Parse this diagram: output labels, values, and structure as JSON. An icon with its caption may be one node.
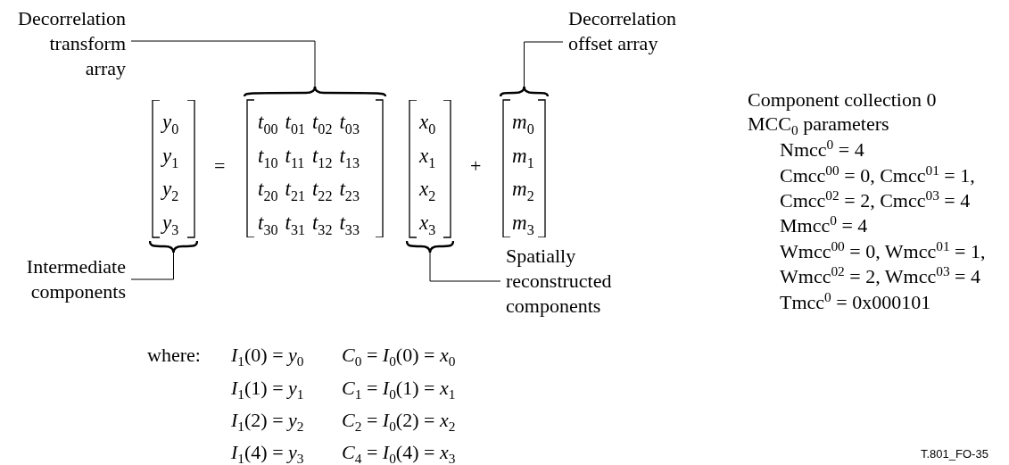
{
  "diagram": {
    "nodes": [
      {
        "text": [
          "Decorrelation transform array"
        ]
      },
      {
        "text": [
          "Decorrelation offset array"
        ]
      },
      {
        "text": [
          "Intermediate components"
        ]
      },
      {
        "text": [
          "Spatially reconstructed components"
        ]
      },
      {
        "text": [
          "*y*$_{0}$",
          "*y*$_{1}$",
          "*y*$_{2}$",
          "*y*$_{3}$"
        ]
      },
      {
        "text": [
          "*t*$_{00}$",
          "*t*$_{01}$",
          "*t*$_{02}$",
          "*t*$_{03}$",
          "*t*$_{10}$",
          "*t*$_{11}$",
          "*t*$_{12}$",
          "*t*$_{13}$",
          "*t*$_{20}$",
          "*t*$_{21}$",
          "*t*$_{22}$",
          "*t*$_{23}$",
          "*t*$_{30}$",
          "*t*$_{31}$",
          "*t*$_{32}$",
          "*t*$_{33}$"
        ]
      },
      {
        "text": [
          "*x*$_{0}$",
          "*x*$_{1}$",
          "*x*$_{2}$",
          "*x*$_{3}$"
        ]
      },
      {
        "text": [
          "*m*$_{0}$",
          "*m*$_{1}$",
          "*m*$_{2}$",
          "*m*$_{3}$"
        ]
      }
    ],
    "edges": [
      {
        "from": 0,
        "to": 5,
        "arrow": "none"
      },
      {
        "from": 1,
        "to": 7,
        "arrow": "none"
      },
      {
        "from": 2,
        "to": 4,
        "arrow": "none"
      },
      {
        "from": 3,
        "to": 6,
        "arrow": "none"
      }
    ],
    "labels": [
      "=",
      "+",
      "Component collection 0",
      "MCC$_{0}$ parameters",
      "Nmcc$^{0}$ = 4",
      "Cmcc$^{00}$ = 0, Cmcc$^{01}$ = 1,",
      "Cmcc$^{02}$ = 2, Cmcc$^{03}$ = 4",
      "Mmcc$^{0}$ = 4",
      "Wmcc$^{00}$ = 0, Wmcc$^{01}$ = 1,",
      "Wmcc$^{02}$ = 2, Wmcc$^{03}$ = 4",
      "Tmcc$^{0}$ = 0x000101",
      "where:",
      "*I*$_{1}$(0) = *y*$_{0}$",
      "*C*$_{0}$ = *I*$_{0}$(0) = *x*$_{0}$",
      "*I*$_{1}$(1) = *y*$_{1}$",
      "*C*$_{1}$ = *I*$_{0}$(1) = *x*$_{1}$",
      "*I*$_{1}$(2) = *y*$_{2}$",
      "*C*$_{2}$ = *I*$_{0}$(2) = *x*$_{2}$",
      "*I*$_{1}$(4) = *y*$_{3}$",
      "*C*$_{4}$ = *I*$_{0}$(4) = *x*$_{3}$",
      "T.801_FO-35"
    ]
  }
}
